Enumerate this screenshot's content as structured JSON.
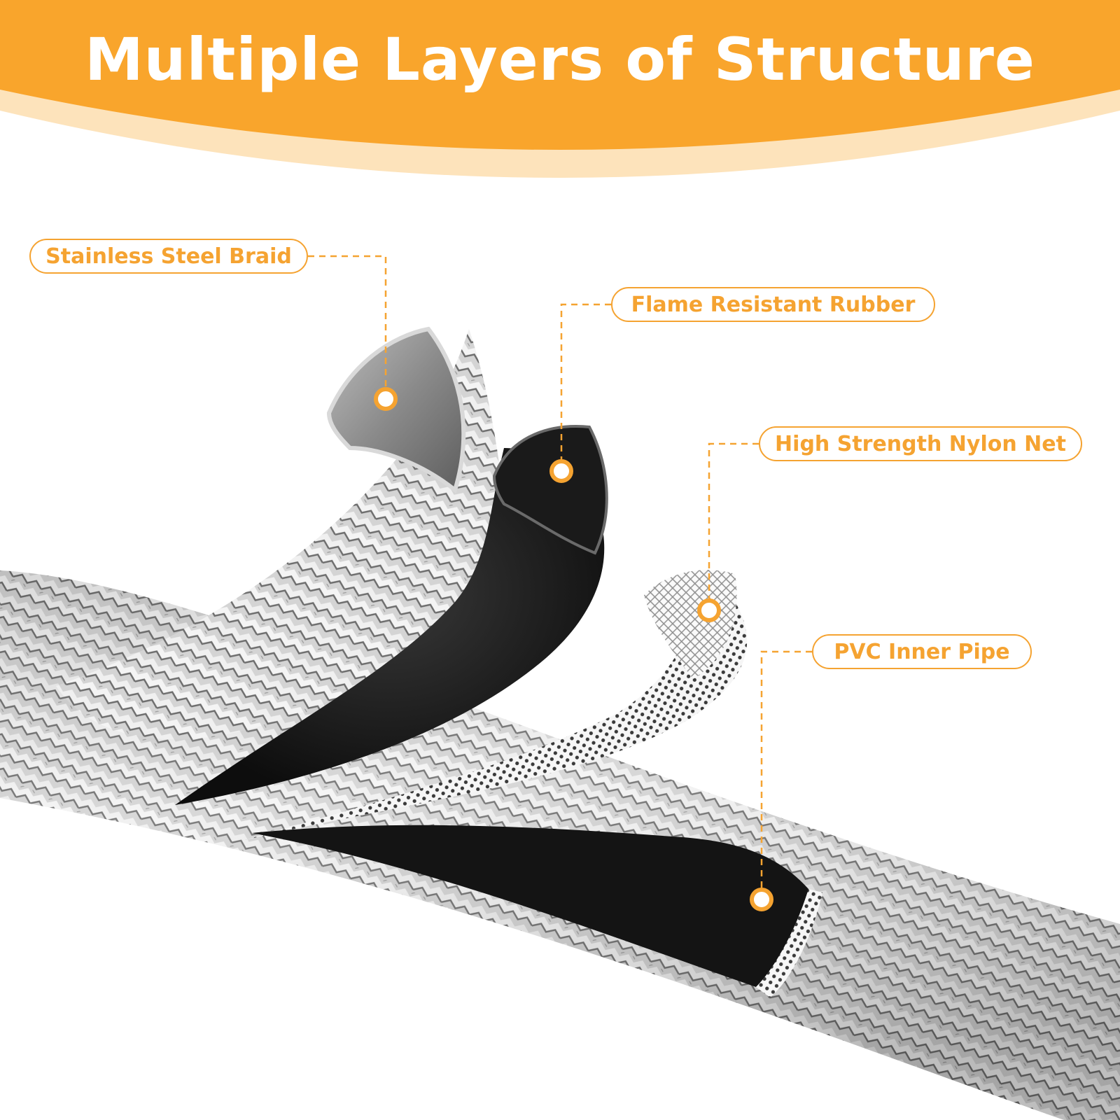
{
  "header": {
    "title": "Multiple Layers of Structure",
    "band_color": "#f9a52c",
    "band_glow_color": "#fde3bb"
  },
  "callouts": [
    {
      "id": "stainless-steel-braid",
      "label": "Stainless Steel Braid"
    },
    {
      "id": "flame-resistant-rubber",
      "label": "Flame Resistant Rubber"
    },
    {
      "id": "high-strength-nylon-net",
      "label": "High Strength Nylon Net"
    },
    {
      "id": "pvc-inner-pipe",
      "label": "PVC Inner Pipe"
    }
  ],
  "colors": {
    "accent": "#f5a331",
    "braid_light": "#e6e6e6",
    "braid_dark": "#6f6f6f",
    "rubber": "#111111",
    "pvc": "#161616",
    "nylon_net": "#9a9a9a"
  }
}
